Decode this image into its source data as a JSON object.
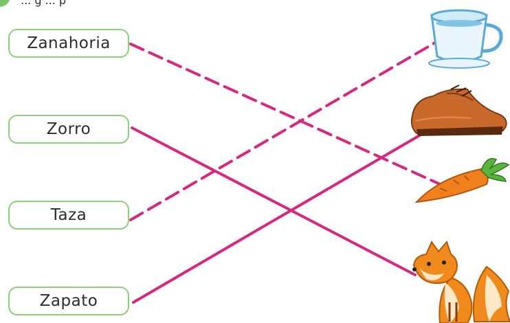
{
  "header": {
    "bullet_color": "#7cc46a",
    "fragment_text": "... g ... p"
  },
  "words": [
    {
      "label": "Zanahoria",
      "match": "carrot",
      "line_style": "dashed"
    },
    {
      "label": "Zorro",
      "match": "fox",
      "line_style": "solid"
    },
    {
      "label": "Taza",
      "match": "cup",
      "line_style": "dashed"
    },
    {
      "label": "Zapato",
      "match": "shoe",
      "line_style": "solid"
    }
  ],
  "pictures": [
    {
      "name": "cup",
      "icon": "cup-icon"
    },
    {
      "name": "shoe",
      "icon": "shoe-icon"
    },
    {
      "name": "carrot",
      "icon": "carrot-icon"
    },
    {
      "name": "fox",
      "icon": "fox-icon"
    }
  ],
  "colors": {
    "box_border": "#8dcf7d",
    "line": "#d9267e",
    "text": "#2c2c2c"
  }
}
